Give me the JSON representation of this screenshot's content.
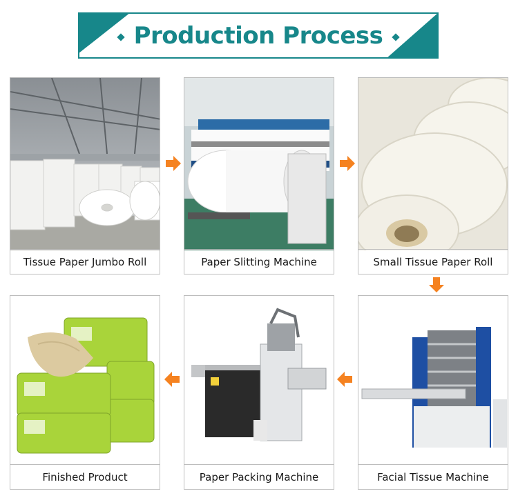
{
  "header": {
    "title": "Production Process"
  },
  "colors": {
    "accent": "#17878a",
    "arrow": "#f58220",
    "border": "#bdbdbd"
  },
  "steps": [
    {
      "label": "Tissue Paper Jumbo Roll",
      "image": "jumbo-roll-photo"
    },
    {
      "label": "Paper Slitting Machine",
      "image": "slitting-machine-photo"
    },
    {
      "label": "Small Tissue Paper Roll",
      "image": "small-roll-photo"
    },
    {
      "label": "Facial Tissue Machine",
      "image": "facial-tissue-machine-photo"
    },
    {
      "label": "Paper Packing Machine",
      "image": "packing-machine-photo"
    },
    {
      "label": "Finished Product",
      "image": "finished-product-photo"
    }
  ]
}
